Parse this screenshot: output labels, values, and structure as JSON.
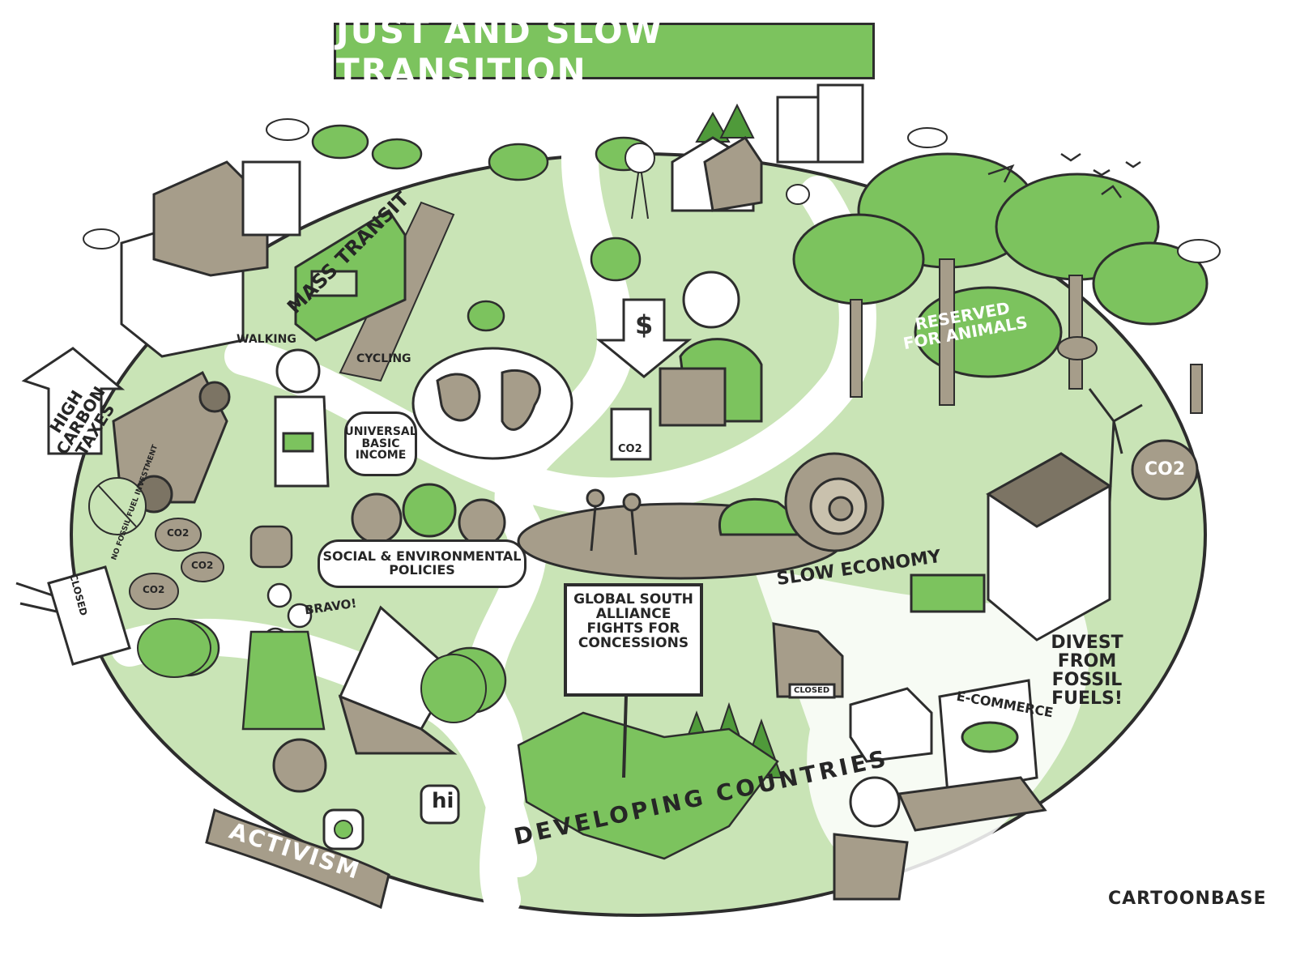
{
  "title": "JUST AND SLOW TRANSITION",
  "labels": {
    "mass_transit": "MASS TRANSIT",
    "walking": "WALKING",
    "cycling": "CYCLING",
    "high_carbon_taxes": "HIGH CARBON TAXES",
    "no_fossil_fuel_investment": "NO FOSSIL FUEL INVESTMENT",
    "universal_basic_income": "UNIVERSAL BASIC INCOME",
    "co2": "CO2",
    "reserved_for_animals": "RESERVED FOR ANIMALS",
    "social_environmental_policies": "SOCIAL & ENVIRONMENTAL POLICIES",
    "bravo": "BRAVO!",
    "slow_economy": "SLOW ECONOMY",
    "global_south": "GLOBAL SOUTH ALLIANCE FIGHTS FOR CONCESSIONS",
    "closed": "CLOSED",
    "e_commerce": "E-COMMERCE",
    "divest": "DIVEST FROM FOSSIL FUELS!",
    "developing_countries": "DEVELOPING COUNTRIES",
    "activism": "ACTIVISM",
    "hi": "hi",
    "signature": "CARTOONBASE"
  },
  "colors": {
    "green": "#7cc35e",
    "light_green": "#c9e4b6",
    "dark_green": "#4f9a3a",
    "taupe": "#a69d8a",
    "dark_taupe": "#7c7464",
    "ink": "#2d2d2d"
  }
}
